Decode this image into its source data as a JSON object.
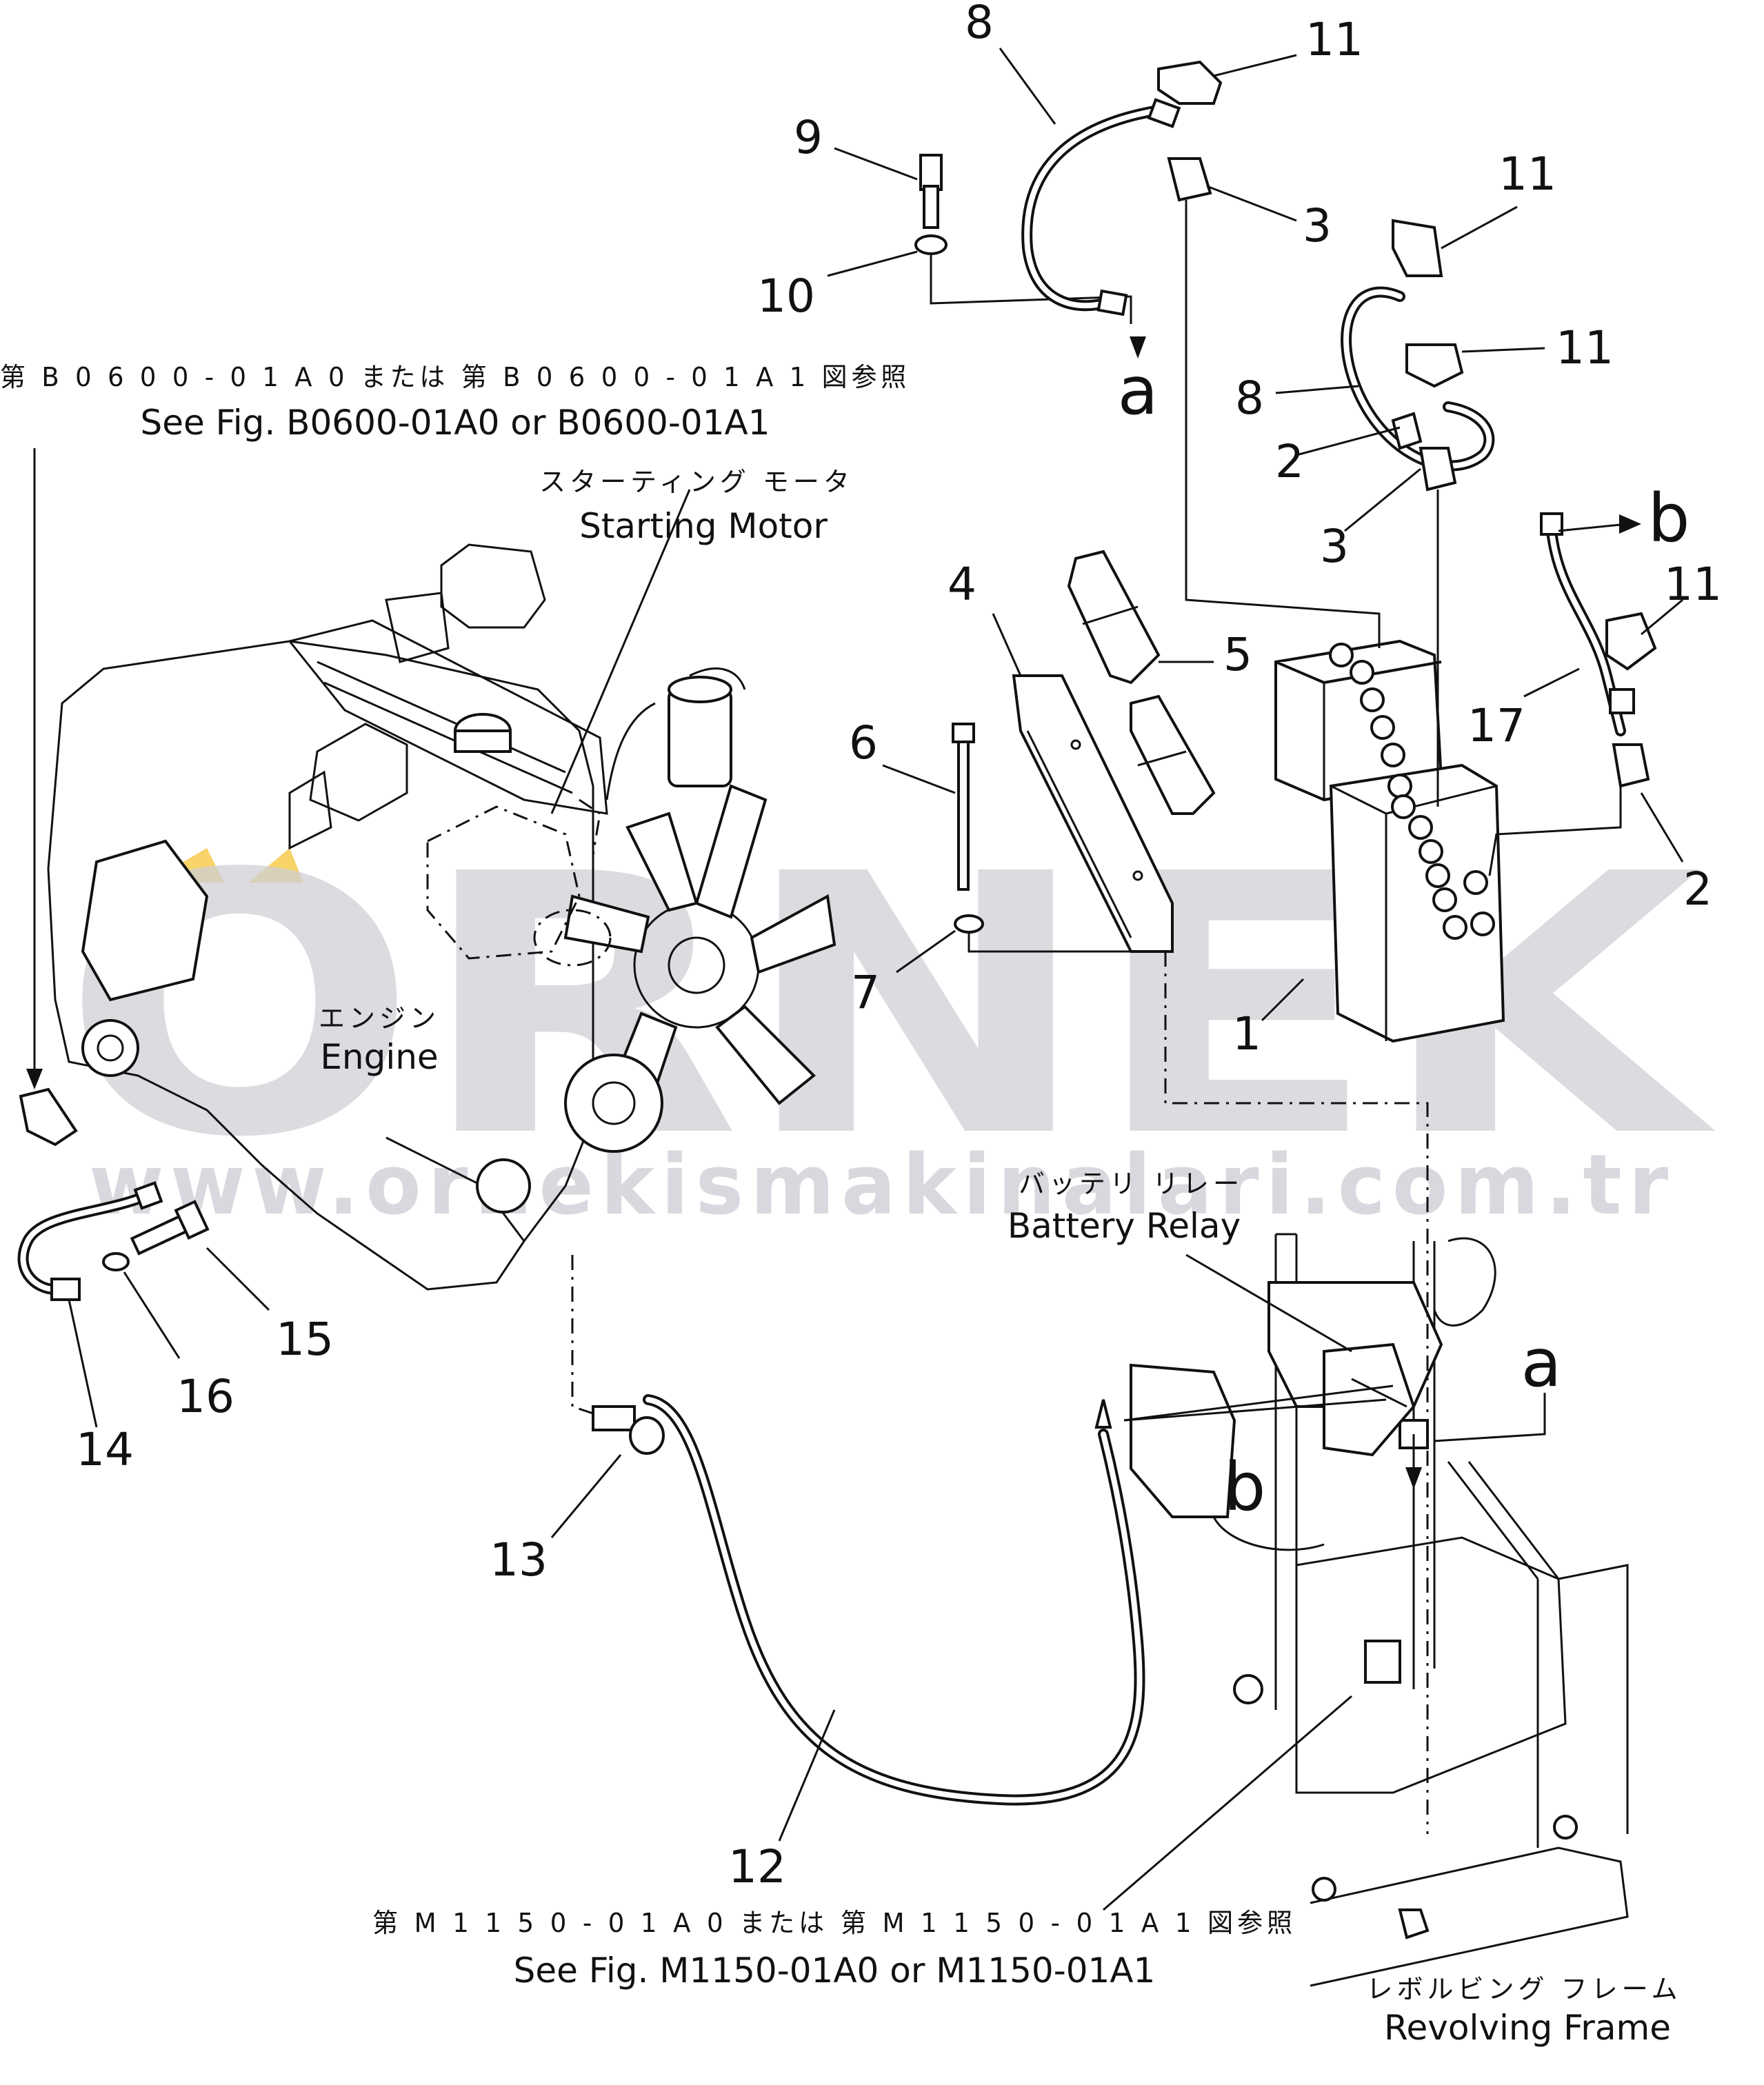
{
  "watermark": {
    "brand": "ORNEK",
    "url": "www.ornekismakinalari.com.tr",
    "accent_color": "#f5c842",
    "text_color": "#cfcfd6"
  },
  "references": {
    "engine_ref_jp": "第 B 0 6 0 0 - 0 1 A 0  または  第 B 0 6 0 0 - 0 1 A 1 図参照",
    "engine_ref_en": "See Fig. B0600-01A0 or B0600-01A1",
    "frame_ref_jp": "第 M 1 1 5 0 - 0 1 A 0  または  第 M 1 1 5 0 - 0 1 A 1 図参照",
    "frame_ref_en": "See Fig. M1150-01A0 or M1150-01A1"
  },
  "labels": {
    "starting_motor_jp": "スターティング  モータ",
    "starting_motor_en": "Starting Motor",
    "engine_jp": "エンジン",
    "engine_en": "Engine",
    "battery_relay_jp": "バッテリ  リレー",
    "battery_relay_en": "Battery Relay",
    "revolving_frame_jp": "レボルビング  フレーム",
    "revolving_frame_en": "Revolving Frame"
  },
  "connection_letters": [
    "a",
    "a",
    "b",
    "b"
  ],
  "part_callouts": [
    "8",
    "11",
    "9",
    "3",
    "11",
    "10",
    "11",
    "8",
    "2",
    "3",
    "b",
    "4",
    "5",
    "11",
    "6",
    "17",
    "2",
    "7",
    "1",
    "15",
    "16",
    "14",
    "13",
    "12"
  ]
}
